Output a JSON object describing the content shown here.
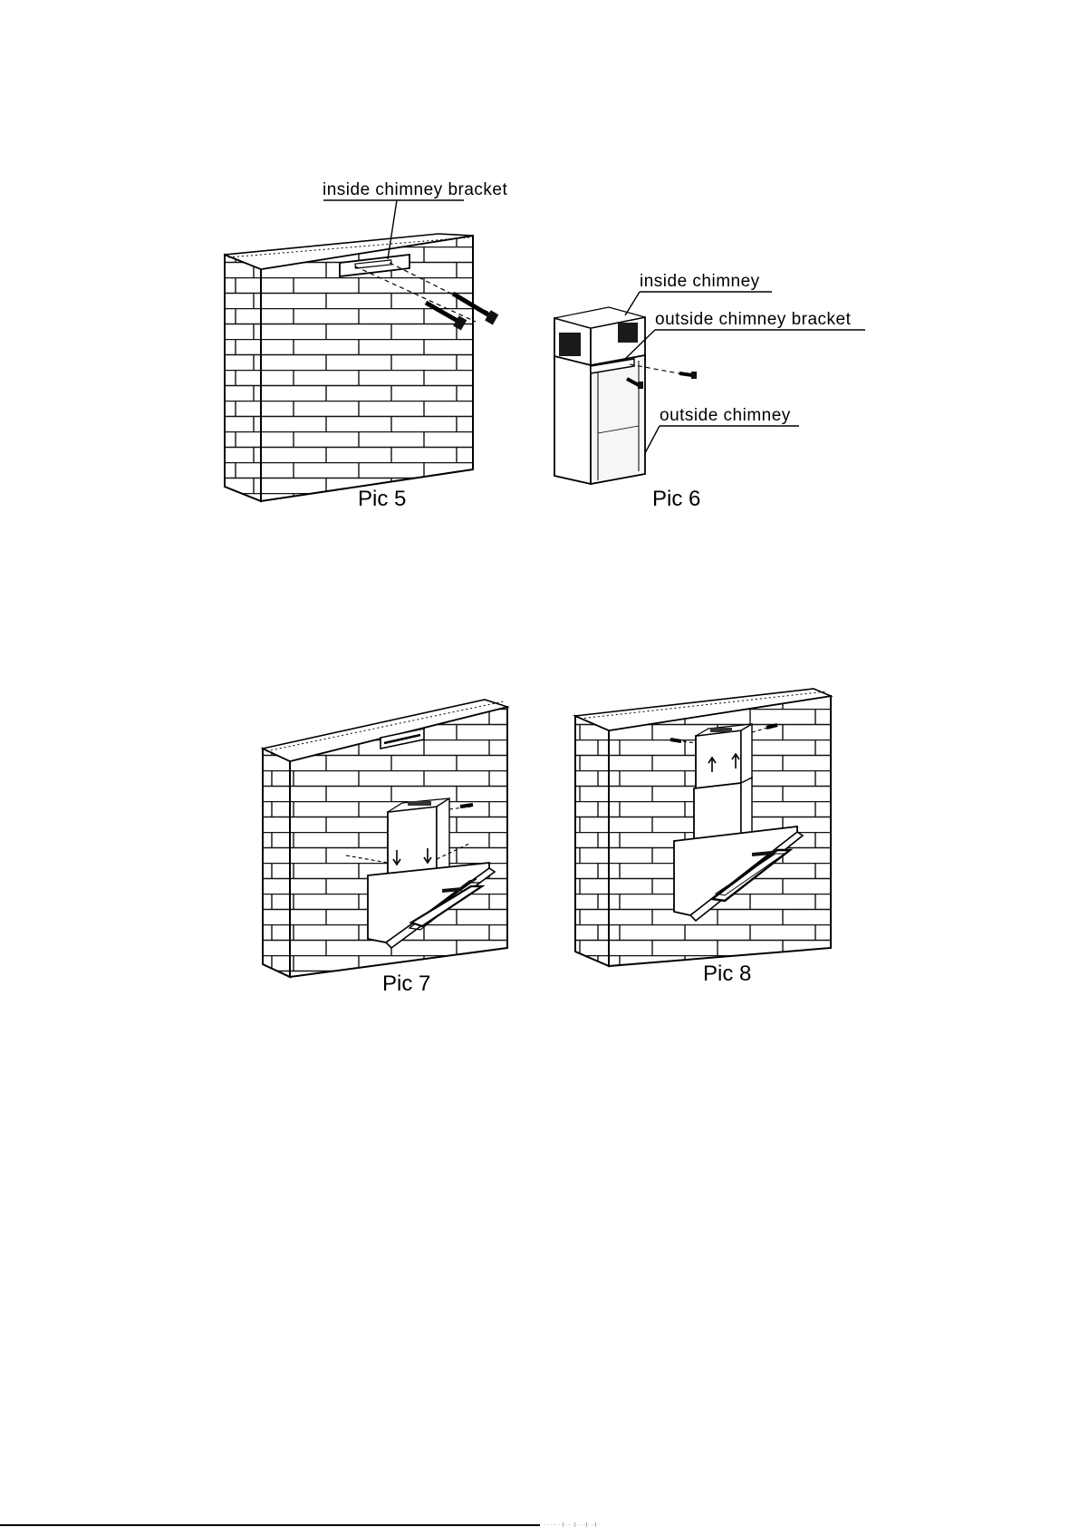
{
  "figures": {
    "pic5": {
      "caption": "Pic 5",
      "label_bracket": "inside  chimney  bracket"
    },
    "pic6": {
      "caption": "Pic 6",
      "label_inside_chimney": "inside  chimney",
      "label_outside_bracket": "outside chimney bracket",
      "label_outside_chimney": "outside chimney"
    },
    "pic7": {
      "caption": "Pic 7"
    },
    "pic8": {
      "caption": "Pic 8"
    }
  },
  "footer": {
    "tiny_text": "· · ·  ·· ·  (· ·· ·)  · ·  ·(· ··)"
  },
  "colors": {
    "ink": "#000000",
    "paper": "#ffffff",
    "panel_dark": "#1a1a1a",
    "panel_light": "#eeeeee"
  }
}
